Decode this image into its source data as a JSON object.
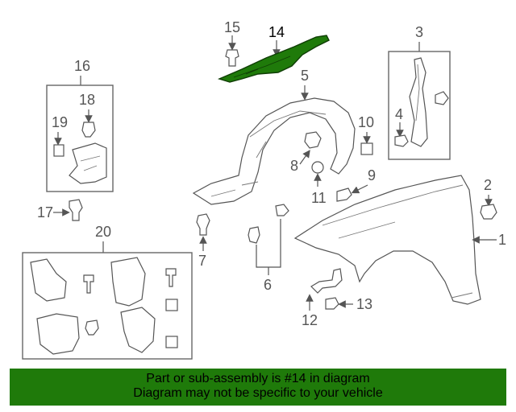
{
  "diagram": {
    "callouts": {
      "c1": "1",
      "c2": "2",
      "c3": "3",
      "c4": "4",
      "c5": "5",
      "c6": "6",
      "c7": "7",
      "c8": "8",
      "c9": "9",
      "c10": "10",
      "c11": "11",
      "c12": "12",
      "c13": "13",
      "c14": "14",
      "c15": "15",
      "c16": "16",
      "c17": "17",
      "c18": "18",
      "c19": "19",
      "c20": "20"
    },
    "highlighted_part": "14",
    "highlight_color": "#1f7a0a"
  },
  "banner": {
    "line1": "Part or sub-assembly is #14 in diagram",
    "line2": "Diagram may not be specific to your vehicle",
    "background": "#1f7a0a"
  }
}
